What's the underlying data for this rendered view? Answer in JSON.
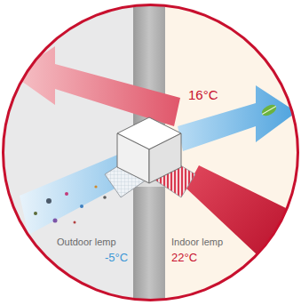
{
  "diagram": {
    "labels": [
      "16°C",
      "Outdoor lemp",
      "-5°C",
      "Indoor lemp",
      "22°C"
    ]
  }
}
